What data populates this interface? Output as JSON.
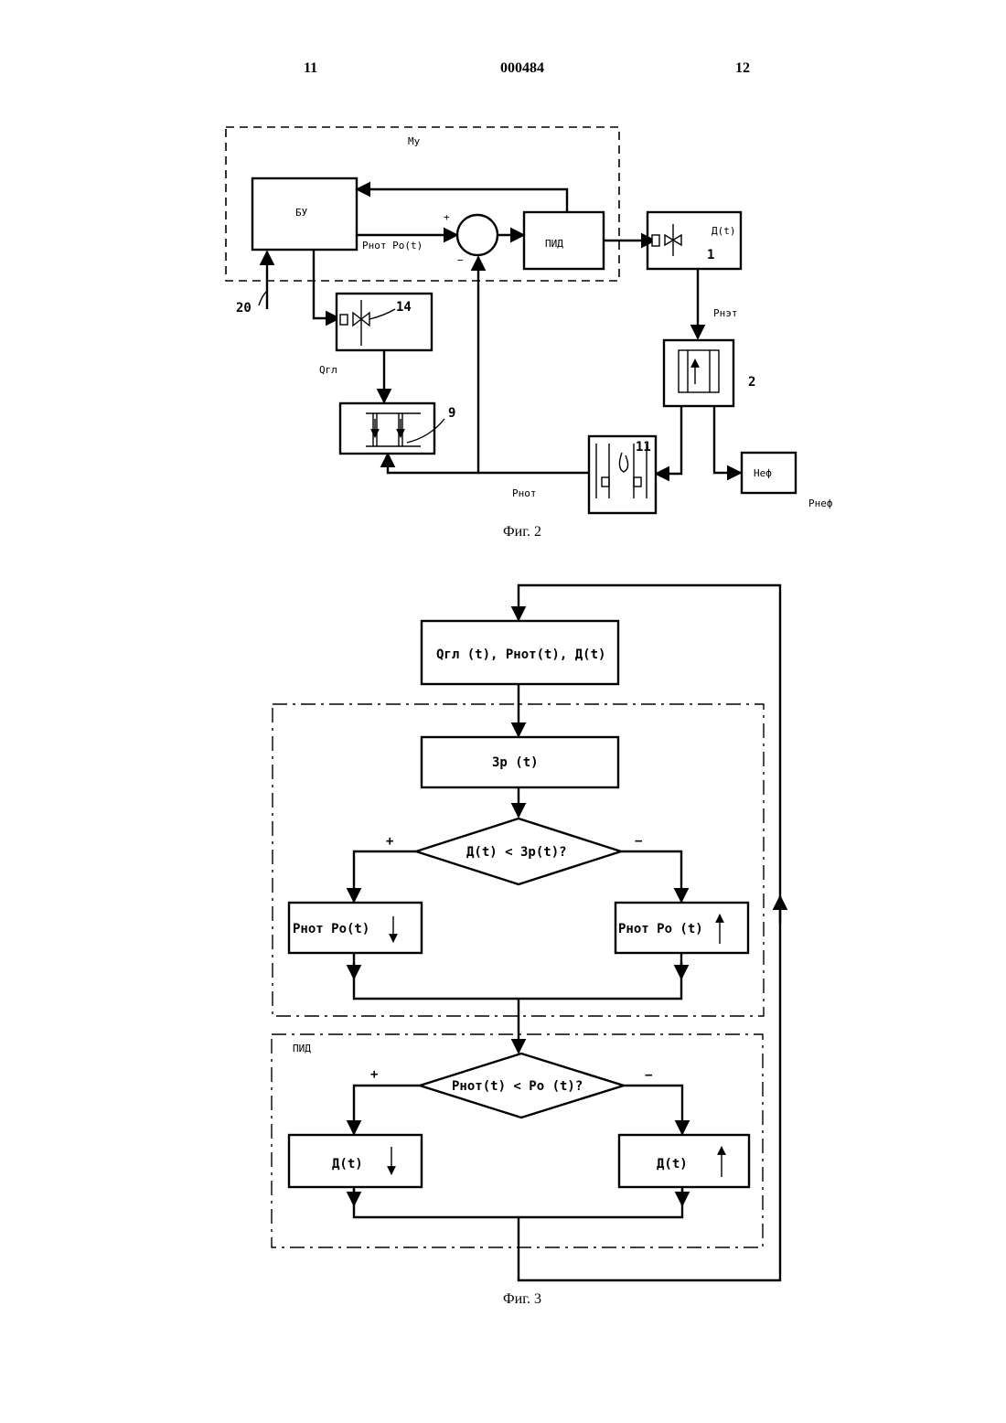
{
  "header": {
    "page_left": "11",
    "doc_number": "000484",
    "page_right": "12"
  },
  "fig2": {
    "caption": "Фиг. 2",
    "mu_label": "Му",
    "bu_label": "БУ",
    "pid_label": "ПИД",
    "plus_sign": "+",
    "minus_sign": "−",
    "setpoint_label": "Рнот Ро(t)",
    "valve1_signal": "Д(t)",
    "valve1_num": "1",
    "valve14_num": "14",
    "input_num": "20",
    "qgl_label": "Qгл",
    "rnet_label": "Рнэт",
    "sep2_num": "2",
    "sep9_num": "9",
    "sep11_num": "11",
    "rnot_label": "Рнот",
    "nef_label": "Неф",
    "rnef_label": "Рнеф"
  },
  "fig3": {
    "caption": "Фиг. 3",
    "inputs_label": "Qгл (t), Рнот(t), Д(t)",
    "zr_label": "Зр (t)",
    "cond1_label": "Д(t) < Зр(t)?",
    "cond1_plus": "+",
    "cond1_minus": "−",
    "left1_label": "Рнот Ро(t)",
    "right1_label": "Рнот Ро (t)",
    "pid_group_label": "ПИД",
    "cond2_label": "Рнот(t) < Ро (t)?",
    "cond2_plus": "+",
    "cond2_minus": "−",
    "left2_label": "Д(t)",
    "right2_label": "Д(t)"
  }
}
